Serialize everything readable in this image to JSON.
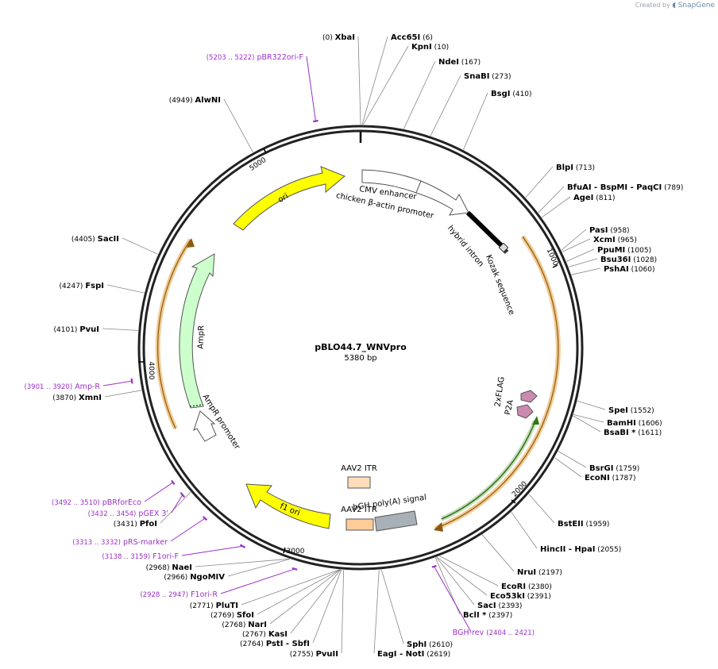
{
  "credit": {
    "prefix": "Created by",
    "brand": "SnapGene"
  },
  "plasmid": {
    "name": "pBLO44.7_WNVpro",
    "size_label": "5380 bp",
    "length": 5380
  },
  "colors": {
    "backbone": "#222222",
    "yellow": "#ffff00",
    "orange_outline": "#e8a03a",
    "green_arrow": "#ccffcc",
    "dark_green": "#2d7a10",
    "primer": "#9b30c8",
    "itr_fill": "#ffcc99",
    "bgh_fill": "#a8b0b8",
    "flag_fill": "#cc8ab0"
  },
  "ticks": [
    {
      "text": "1000",
      "bp": 1000
    },
    {
      "text": "2000",
      "bp": 2000
    },
    {
      "text": "3000",
      "bp": 3000
    },
    {
      "text": "4000",
      "bp": 4000
    },
    {
      "text": "5000",
      "bp": 5000
    }
  ],
  "enzymes": [
    {
      "parts": [
        {
          "n": "XbaI"
        }
      ],
      "pos": "(0)",
      "bp": 0,
      "side": "left"
    },
    {
      "parts": [
        {
          "n": "Acc65I"
        }
      ],
      "pos": "(6)",
      "bp": 6,
      "side": "right"
    },
    {
      "parts": [
        {
          "n": "KpnI"
        }
      ],
      "pos": "(10)",
      "bp": 10,
      "side": "right"
    },
    {
      "parts": [
        {
          "n": "NdeI"
        }
      ],
      "pos": "(167)",
      "bp": 167,
      "side": "right"
    },
    {
      "parts": [
        {
          "n": "SnaBI"
        }
      ],
      "pos": "(273)",
      "bp": 273,
      "side": "right"
    },
    {
      "parts": [
        {
          "n": "BsgI"
        }
      ],
      "pos": "(410)",
      "bp": 410,
      "side": "right"
    },
    {
      "parts": [
        {
          "n": "BlpI"
        }
      ],
      "pos": "(713)",
      "bp": 713,
      "side": "right"
    },
    {
      "parts": [
        {
          "n": "BfuAI"
        },
        {
          "n": "BspMI"
        },
        {
          "n": "PaqCI"
        }
      ],
      "pos": "(789)",
      "bp": 789,
      "side": "right"
    },
    {
      "parts": [
        {
          "n": "AgeI"
        }
      ],
      "pos": "(811)",
      "bp": 811,
      "side": "right"
    },
    {
      "parts": [
        {
          "n": "PasI"
        }
      ],
      "pos": "(958)",
      "bp": 958,
      "side": "right"
    },
    {
      "parts": [
        {
          "n": "XcmI"
        }
      ],
      "pos": "(965)",
      "bp": 965,
      "side": "right"
    },
    {
      "parts": [
        {
          "n": "PpuMI"
        }
      ],
      "pos": "(1005)",
      "bp": 1005,
      "side": "right"
    },
    {
      "parts": [
        {
          "n": "Bsu36I"
        }
      ],
      "pos": "(1028)",
      "bp": 1028,
      "side": "right"
    },
    {
      "parts": [
        {
          "n": "PshAI"
        }
      ],
      "pos": "(1060)",
      "bp": 1060,
      "side": "right"
    },
    {
      "parts": [
        {
          "n": "SpeI"
        }
      ],
      "pos": "(1552)",
      "bp": 1552,
      "side": "right"
    },
    {
      "parts": [
        {
          "n": "BamHI"
        }
      ],
      "pos": "(1606)",
      "bp": 1606,
      "side": "right"
    },
    {
      "parts": [
        {
          "n": "BsaBI",
          "star": true
        }
      ],
      "pos": "(1611)",
      "bp": 1611,
      "side": "right"
    },
    {
      "parts": [
        {
          "n": "BsrGI"
        }
      ],
      "pos": "(1759)",
      "bp": 1759,
      "side": "right"
    },
    {
      "parts": [
        {
          "n": "EcoNI"
        }
      ],
      "pos": "(1787)",
      "bp": 1787,
      "side": "right"
    },
    {
      "parts": [
        {
          "n": "BstEII"
        }
      ],
      "pos": "(1959)",
      "bp": 1959,
      "side": "right"
    },
    {
      "parts": [
        {
          "n": "HincII"
        },
        {
          "n": "HpaI"
        }
      ],
      "pos": "(2055)",
      "bp": 2055,
      "side": "right"
    },
    {
      "parts": [
        {
          "n": "NruI"
        }
      ],
      "pos": "(2197)",
      "bp": 2197,
      "side": "right"
    },
    {
      "parts": [
        {
          "n": "EcoRI"
        }
      ],
      "pos": "(2380)",
      "bp": 2380,
      "side": "right"
    },
    {
      "parts": [
        {
          "n": "Eco53kI"
        }
      ],
      "pos": "(2391)",
      "bp": 2391,
      "side": "right"
    },
    {
      "parts": [
        {
          "n": "SacI"
        }
      ],
      "pos": "(2393)",
      "bp": 2393,
      "side": "right"
    },
    {
      "parts": [
        {
          "n": "BclI",
          "star": true
        }
      ],
      "pos": "(2397)",
      "bp": 2397,
      "side": "right"
    },
    {
      "parts": [
        {
          "n": "SphI"
        }
      ],
      "pos": "(2610)",
      "bp": 2610,
      "side": "right"
    },
    {
      "parts": [
        {
          "n": "EagI"
        },
        {
          "n": "NotI"
        }
      ],
      "pos": "(2619)",
      "bp": 2619,
      "side": "right"
    },
    {
      "parts": [
        {
          "n": "PvuII"
        }
      ],
      "pos": "(2755)",
      "bp": 2755,
      "side": "left"
    },
    {
      "parts": [
        {
          "n": "PstI"
        },
        {
          "n": "SbfI"
        }
      ],
      "pos": "(2764)",
      "bp": 2764,
      "side": "left"
    },
    {
      "parts": [
        {
          "n": "KasI"
        }
      ],
      "pos": "(2767)",
      "bp": 2767,
      "side": "left"
    },
    {
      "parts": [
        {
          "n": "NarI"
        }
      ],
      "pos": "(2768)",
      "bp": 2768,
      "side": "left"
    },
    {
      "parts": [
        {
          "n": "SfoI"
        }
      ],
      "pos": "(2769)",
      "bp": 2769,
      "side": "left"
    },
    {
      "parts": [
        {
          "n": "PluTI"
        }
      ],
      "pos": "(2771)",
      "bp": 2771,
      "side": "left"
    },
    {
      "parts": [
        {
          "n": "NgoMIV"
        }
      ],
      "pos": "(2966)",
      "bp": 2966,
      "side": "left"
    },
    {
      "parts": [
        {
          "n": "NaeI"
        }
      ],
      "pos": "(2968)",
      "bp": 2968,
      "side": "left"
    },
    {
      "parts": [
        {
          "n": "PfoI"
        }
      ],
      "pos": "(3431)",
      "bp": 3431,
      "side": "left"
    },
    {
      "parts": [
        {
          "n": "XmnI"
        }
      ],
      "pos": "(3870)",
      "bp": 3870,
      "side": "left"
    },
    {
      "parts": [
        {
          "n": "PvuI"
        }
      ],
      "pos": "(4101)",
      "bp": 4101,
      "side": "left"
    },
    {
      "parts": [
        {
          "n": "FspI"
        }
      ],
      "pos": "(4247)",
      "bp": 4247,
      "side": "left"
    },
    {
      "parts": [
        {
          "n": "SacII"
        }
      ],
      "pos": "(4405)",
      "bp": 4405,
      "side": "left"
    },
    {
      "parts": [
        {
          "n": "AlwNI"
        }
      ],
      "pos": "(4949)",
      "bp": 4949,
      "side": "left"
    }
  ],
  "primers": [
    {
      "name": "pBR322ori-F",
      "range": "(5203 .. 5222)",
      "start": 5203,
      "end": 5222,
      "side": "left"
    },
    {
      "name": "BGH-rev",
      "range": "(2404 .. 2421)",
      "start": 2404,
      "end": 2421,
      "side": "right"
    },
    {
      "name": "F1ori-R",
      "range": "(2928 .. 2947)",
      "start": 2928,
      "end": 2947,
      "side": "left"
    },
    {
      "name": "F1ori-F",
      "range": "(3138 .. 3159)",
      "start": 3138,
      "end": 3159,
      "side": "left"
    },
    {
      "name": "pRS-marker",
      "range": "(3313 .. 3332)",
      "start": 3313,
      "end": 3332,
      "side": "left"
    },
    {
      "name": "pGEX 3'",
      "range": "(3432 .. 3454)",
      "start": 3432,
      "end": 3454,
      "side": "left"
    },
    {
      "name": "pBRforEco",
      "range": "(3492 .. 3510)",
      "start": 3492,
      "end": 3510,
      "side": "left"
    },
    {
      "name": "Amp-R",
      "range": "(3901 .. 3920)",
      "start": 3901,
      "end": 3920,
      "side": "left"
    }
  ],
  "features": [
    {
      "label": "ori"
    },
    {
      "label": "CMV enhancer"
    },
    {
      "label": "chicken β-actin promoter"
    },
    {
      "label": "hybrid intron"
    },
    {
      "label": "Kozak sequence"
    },
    {
      "label": "2xFLAG"
    },
    {
      "label": "P2A"
    },
    {
      "label": "AAV2 ITR"
    },
    {
      "label": "bGH poly(A) signal"
    },
    {
      "label": "AAV2 ITR"
    },
    {
      "label": "f1 ori"
    },
    {
      "label": "AmpR"
    },
    {
      "label": "AmpR promoter"
    }
  ]
}
